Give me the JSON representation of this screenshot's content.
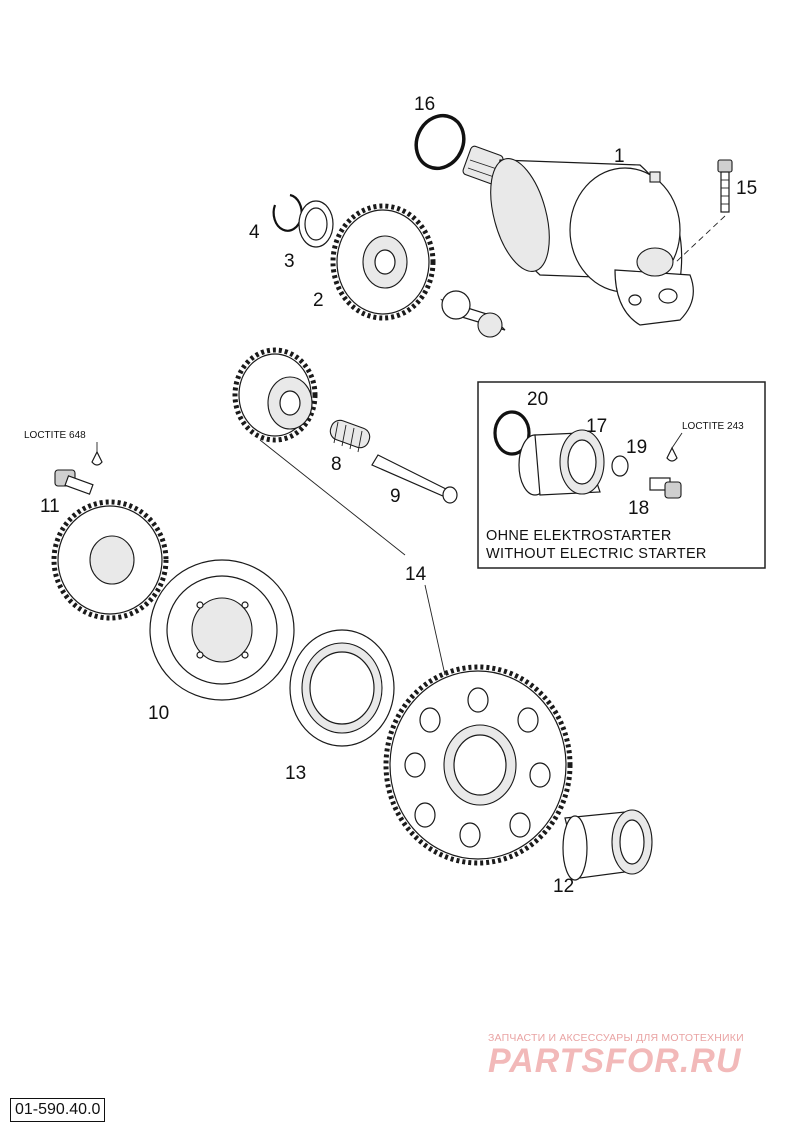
{
  "parts": [
    {
      "id": "1",
      "label": "1"
    },
    {
      "id": "2",
      "label": "2"
    },
    {
      "id": "3",
      "label": "3"
    },
    {
      "id": "4",
      "label": "4"
    },
    {
      "id": "8",
      "label": "8"
    },
    {
      "id": "9",
      "label": "9"
    },
    {
      "id": "10",
      "label": "10"
    },
    {
      "id": "11",
      "label": "11"
    },
    {
      "id": "12",
      "label": "12"
    },
    {
      "id": "13",
      "label": "13"
    },
    {
      "id": "14",
      "label": "14"
    },
    {
      "id": "15",
      "label": "15"
    },
    {
      "id": "16",
      "label": "16"
    },
    {
      "id": "17",
      "label": "17"
    },
    {
      "id": "18",
      "label": "18"
    },
    {
      "id": "19",
      "label": "19"
    },
    {
      "id": "20",
      "label": "20"
    }
  ],
  "loctite_notes": {
    "part_11": "LOCTITE 648",
    "part_18": "LOCTITE 243"
  },
  "inset": {
    "caption_de": "OHNE ELEKTROSTARTER",
    "caption_en": "WITHOUT ELECTRIC STARTER"
  },
  "drawing_code": "01-590.40.0",
  "watermark": {
    "tagline": "ЗАПЧАСТИ И АКСЕССУАРЫ ДЛЯ МОТОТЕХНИКИ",
    "logo": "PARTSFOR.RU"
  }
}
